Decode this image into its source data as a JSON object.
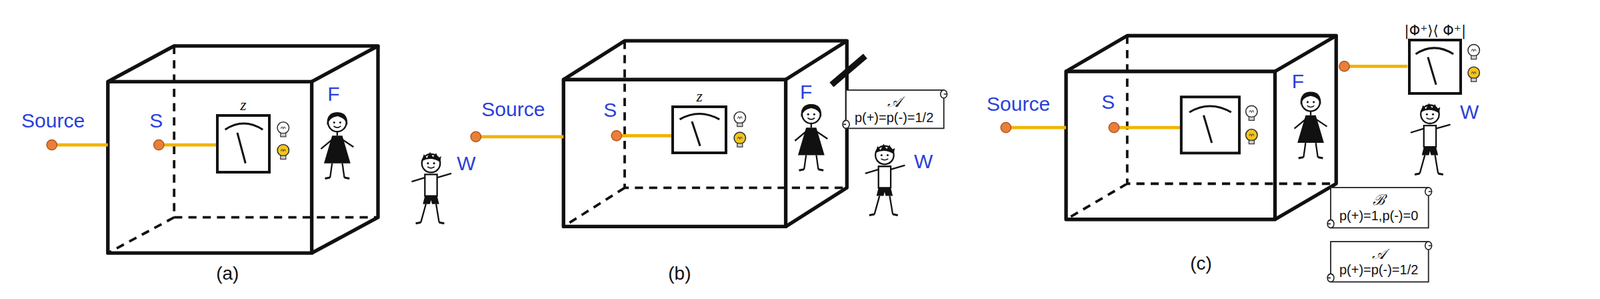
{
  "diagram": {
    "nodes": [
      {
        "text": [
          "z"
        ]
      },
      {
        "text": [
          "z"
        ]
      },
      {
        "text": [
          "𝒜",
          "p(+)=p(-)=1/2"
        ]
      },
      {
        "text": [
          "|Φ⁺⟩⟨ Φ⁺|"
        ]
      },
      {
        "text": [
          "ℬ",
          "p(+)=1,p(-)=0"
        ]
      },
      {
        "text": [
          "𝒜",
          "p(+)=p(-)=1/2"
        ]
      }
    ],
    "labels": [
      "Source",
      "S",
      "F",
      "W",
      "(a)",
      "Source",
      "S",
      "F",
      "W",
      "(b)",
      "Source",
      "S",
      "F",
      "W",
      "(c)"
    ]
  }
}
